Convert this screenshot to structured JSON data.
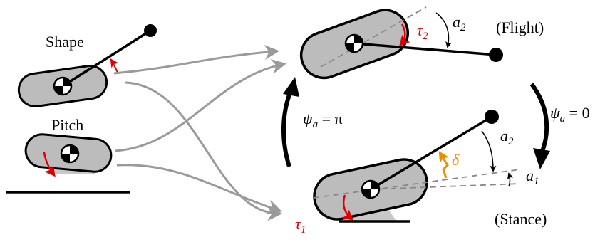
{
  "labels": {
    "shape": "Shape",
    "pitch": "Pitch",
    "flight": "(Flight)",
    "stance": "(Stance)",
    "psi_pi_lhs": "ψ",
    "psi_pi_sub": "a",
    "psi_pi_rhs": " = π",
    "psi_0_lhs": "ψ",
    "psi_0_sub": "a",
    "psi_0_rhs": " = 0",
    "tau1_base": "τ",
    "tau1_sub": "1",
    "tau2_base": "τ",
    "tau2_sub": "2",
    "a2_flight_base": "a",
    "a2_flight_sub": "2",
    "a2_stance_base": "a",
    "a2_stance_sub": "2",
    "a1_base": "a",
    "a1_sub": "1",
    "delta_label": "δ"
  },
  "colors": {
    "body_fill": "#bcbcbc",
    "ground_fill": "#c8c8c8",
    "transition_arrow": "#9a9a9a",
    "torque": "#e00000",
    "perturbation": "#f08c00",
    "ink": "#000000"
  }
}
